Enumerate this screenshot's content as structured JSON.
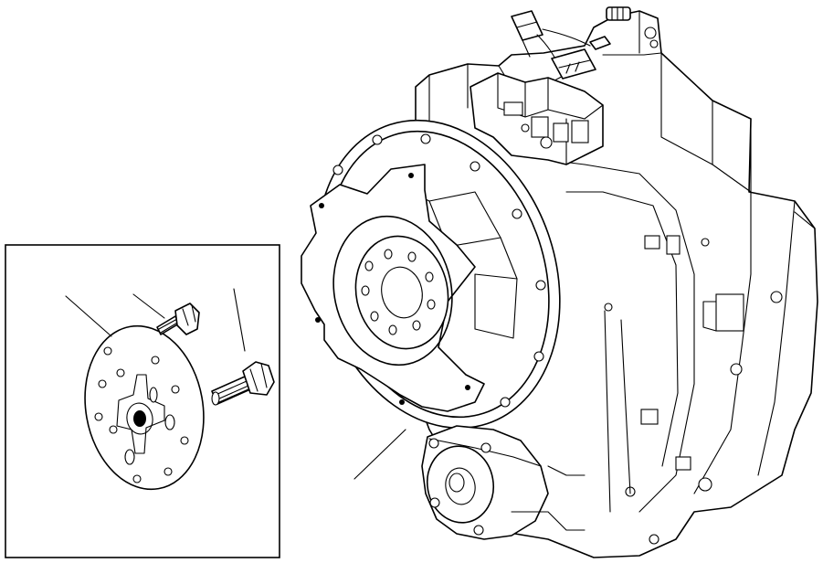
{
  "diagram": {
    "type": "exploded-parts-illustration",
    "colors": {
      "line": "#000000",
      "background": "#ffffff"
    },
    "callouts": [
      {
        "id": "callout-flex-plate"
      },
      {
        "id": "callout-small-bolt"
      },
      {
        "id": "callout-large-bolt"
      },
      {
        "id": "callout-transmission"
      }
    ]
  }
}
